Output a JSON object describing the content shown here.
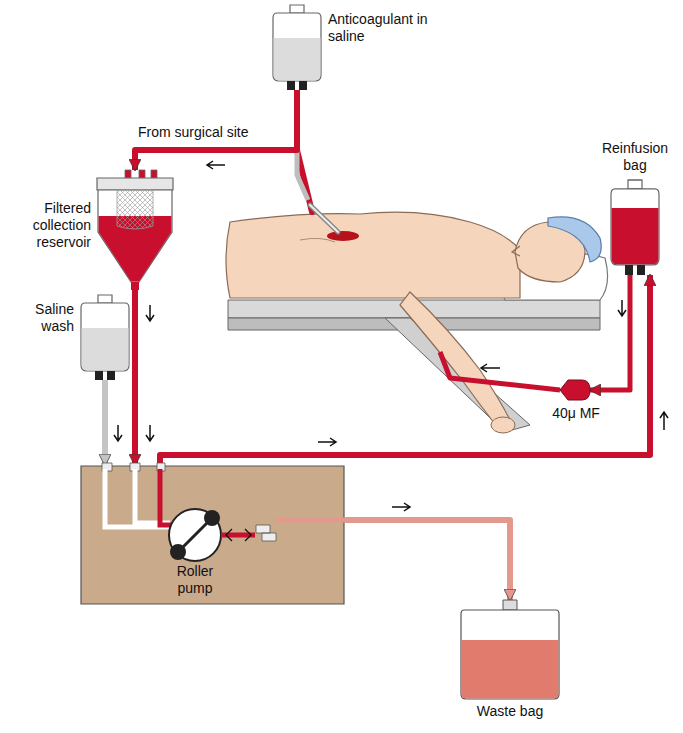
{
  "diagram": {
    "nodes": [
      {
        "text": [
          "Anticoagulant in saline"
        ]
      },
      {
        "text": [
          "Filtered collection reservoir"
        ]
      },
      {
        "text": [
          "Saline wash"
        ]
      },
      {
        "text": [
          "Reinfusion bag"
        ]
      },
      {
        "text": [
          "40μ MF"
        ]
      },
      {
        "text": [
          "Roller pump"
        ]
      },
      {
        "text": [
          "Waste bag"
        ]
      }
    ],
    "edges": [
      {
        "from": 0,
        "to": 1,
        "arrow": "to"
      },
      {
        "from": 1,
        "to": 5,
        "arrow": "to"
      },
      {
        "from": 2,
        "to": 5,
        "arrow": "to"
      },
      {
        "from": 5,
        "to": 3,
        "arrow": "to"
      },
      {
        "from": 3,
        "to": 4,
        "arrow": "to"
      },
      {
        "from": 5,
        "to": 6,
        "arrow": "to"
      }
    ],
    "labels": [
      "From surgical site"
    ]
  }
}
